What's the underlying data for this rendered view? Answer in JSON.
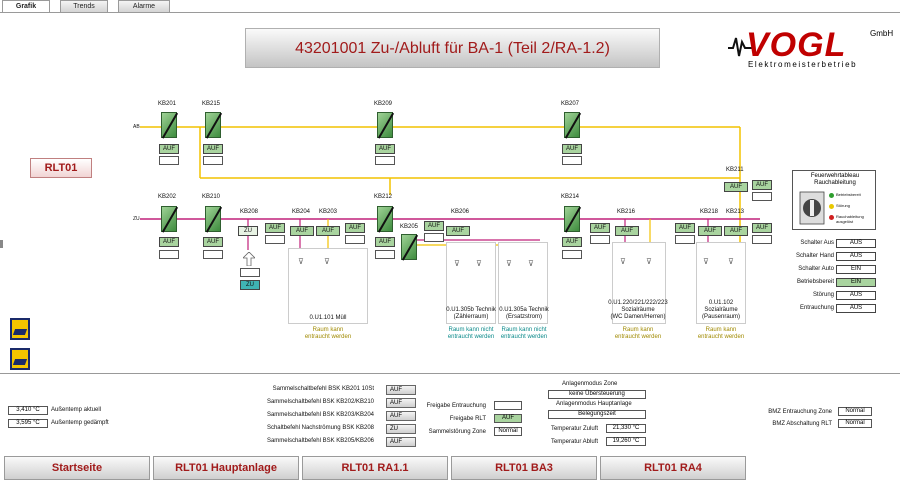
{
  "tabs": [
    "Grafik",
    "Trends",
    "Alarme"
  ],
  "title": "43201001 Zu-/Abluft für BA-1 (Teil 2/RA-1.2)",
  "logo": {
    "word": "VOGL",
    "gmbh": "GmbH",
    "sub": "Elektromeisterbetrieb"
  },
  "rlt_button": "RLT01",
  "duct_labels": {
    "ab": "AB",
    "zu": "ZU"
  },
  "kb_top": [
    {
      "name": "KB201",
      "state": "AUF"
    },
    {
      "name": "KB215",
      "state": "AUF"
    },
    {
      "name": "KB209",
      "state": "AUF"
    },
    {
      "name": "KB207",
      "state": "AUF"
    }
  ],
  "kb_bottom": {
    "KB202": "KB202",
    "KB210": "KB210",
    "KB208": "KB208",
    "KB204": "KB204",
    "KB203": "KB203",
    "KB212": "KB212",
    "KB205": "KB205",
    "KB206": "KB206",
    "KB214": "KB214",
    "KB216": "KB216",
    "KB218": "KB218",
    "KB213": "KB213",
    "KB211": "KB211"
  },
  "states": {
    "auf": "AUF",
    "zu": "ZU"
  },
  "rooms": [
    {
      "name": "0.U1.101 Müll",
      "note": "Raum kann\nentraucht werden",
      "note_color": "y"
    },
    {
      "name": "0.U1.305b Technik\n(Zählerraum)",
      "note": "Raum kann nicht\nentraucht werden",
      "note_color": "c"
    },
    {
      "name": "0.U1.305a Technik\n(Ersatzstrom)",
      "note": "Raum kann nicht\nentraucht werden",
      "note_color": "c"
    },
    {
      "name": "0.U1.220/221/222/223\nSozialräume\n(WC Damen/Herren)",
      "note": "Raum kann\nentraucht werden",
      "note_color": "y"
    },
    {
      "name": "0.U1.102\nSozialräume\n(Pausenraum)",
      "note": "Raum kann\nentraucht werden",
      "note_color": "y"
    }
  ],
  "fw_panel": {
    "title": "Feuerwehrtableau\nRauchableitung",
    "legend": [
      "Betriebsbereit",
      "Störung",
      "Rauchableitung ausgelöst"
    ],
    "colors": {
      "green": "#2e9e2e",
      "yellow": "#e8c800",
      "red": "#d02020"
    }
  },
  "status": [
    {
      "label": "Schalter Aus",
      "value": "AUS",
      "on": false
    },
    {
      "label": "Schalter Hand",
      "value": "AUS",
      "on": false
    },
    {
      "label": "Schalter Auto",
      "value": "EIN",
      "on": false
    },
    {
      "label": "Betriebsbereit",
      "value": "EIN",
      "on": true
    },
    {
      "label": "Störung",
      "value": "AUS",
      "on": false
    },
    {
      "label": "Entrauchung",
      "value": "AUS",
      "on": false
    }
  ],
  "temps": [
    {
      "value": "3,410 °C",
      "label": "Außentemp aktuell"
    },
    {
      "value": "3,595 °C",
      "label": "Außentemp gedämpft"
    }
  ],
  "sammel": [
    {
      "label": "Sammelschaltbefehl BSK KB201 10St",
      "state": "AUF"
    },
    {
      "label": "Sammelschaltbefehl BSK KB202/KB210",
      "state": "AUF"
    },
    {
      "label": "Sammelschaltbefehl BSK KB203/KB204",
      "state": "AUF"
    },
    {
      "label": "Schaltbefehl Nachströmung BSK KB208",
      "state": "ZU"
    },
    {
      "label": "Sammelschaltbefehl BSK KB205/KB206",
      "state": "AUF"
    }
  ],
  "freigabe": [
    {
      "label": "Freigabe Entrauchung",
      "value": "",
      "on": false
    },
    {
      "label": "Freigabe RLT",
      "value": "AUF",
      "on": true
    },
    {
      "label": "Sammelstörung Zone",
      "value": "Normal",
      "on": false
    }
  ],
  "modes": {
    "zone_label": "Anlagenmodus Zone",
    "zone_value": "keine Übersteuerung",
    "haupt_label": "Anlagenmodus Hauptanlage",
    "haupt_value": "Belegungszeit",
    "zuluft_label": "Temperatur Zuluft",
    "zuluft_value": "21,330 °C",
    "abluft_label": "Temperatur Abluft",
    "abluft_value": "19,260 °C"
  },
  "bmz": [
    {
      "label": "BMZ Entrauchung Zone",
      "value": "Normal"
    },
    {
      "label": "BMZ Abschaltung RLT",
      "value": "Normal"
    }
  ],
  "nav": [
    "Startseite",
    "RLT01 Hauptanlage",
    "RLT01 RA1.1",
    "RLT01 BA3",
    "RLT01 RA4"
  ],
  "colors": {
    "supply_line": "#f2c200",
    "exhaust_line": "#c0207a",
    "title_red": "#a11b1b",
    "damper_green": "#5aa64f"
  }
}
